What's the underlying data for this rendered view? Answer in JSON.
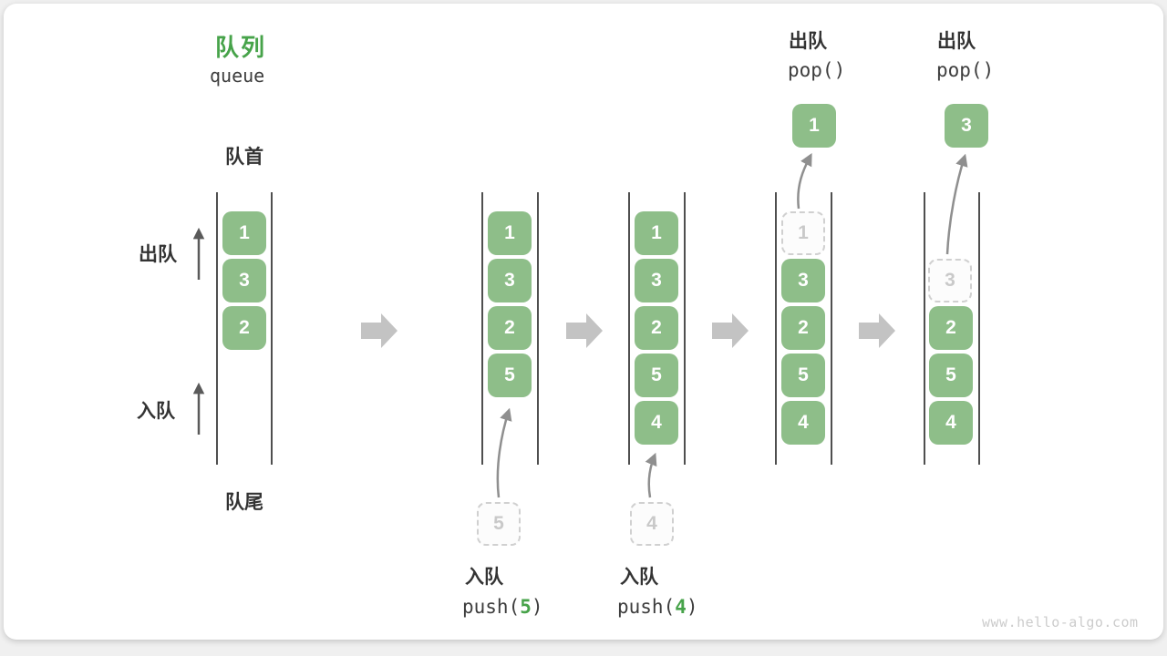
{
  "title": {
    "heading": "队列",
    "subheading": "queue"
  },
  "side_labels": {
    "front": "队首",
    "rear": "队尾",
    "dequeue": "出队",
    "enqueue": "入队"
  },
  "states": [
    {
      "items": [
        "1",
        "3",
        "2"
      ]
    },
    {
      "items": [
        "1",
        "3",
        "2",
        "5"
      ]
    },
    {
      "items": [
        "1",
        "3",
        "2",
        "5",
        "4"
      ]
    },
    {
      "items": [
        "3",
        "2",
        "5",
        "4"
      ]
    },
    {
      "items": [
        "2",
        "5",
        "4"
      ]
    }
  ],
  "ops": {
    "push5": {
      "label": "入队",
      "staged": "5",
      "code_pre": "push(",
      "arg": "5",
      "code_post": ")"
    },
    "push4": {
      "label": "入队",
      "staged": "4",
      "code_pre": "push(",
      "arg": "4",
      "code_post": ")"
    },
    "pop1": {
      "label": "出队",
      "code": "pop()",
      "popped": "1",
      "ghost": "1"
    },
    "pop3": {
      "label": "出队",
      "code": "pop()",
      "popped": "3",
      "ghost": "3"
    }
  },
  "colors": {
    "accent_green": "#47a34a",
    "box_green": "#8ebe89",
    "block_arrow_gray": "#c3c3c3",
    "curve_arrow_gray": "#8f8f8f",
    "line_dark": "#4f4f4f"
  },
  "watermark": "www.hello-algo.com"
}
